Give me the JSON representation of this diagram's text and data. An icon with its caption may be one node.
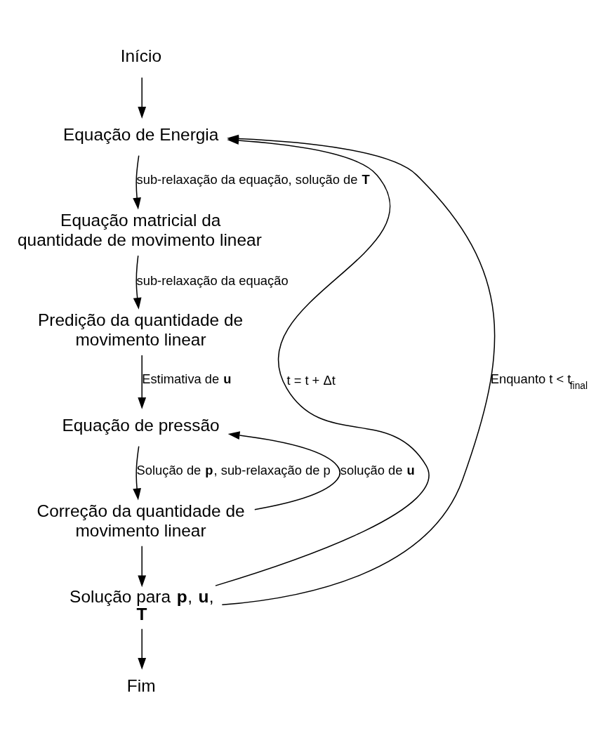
{
  "diagram": {
    "nodes": [
      {
        "text": [
          "Início"
        ]
      },
      {
        "text": [
          "Equação de Energia"
        ]
      },
      {
        "text": [
          "Equação matricial da quantidade de movimento linear"
        ]
      },
      {
        "text": [
          "Predição da quantidade de movimento linear"
        ]
      },
      {
        "text": [
          "Equação de pressão"
        ]
      },
      {
        "text": [
          "Correção da quantidade de movimento linear"
        ]
      },
      {
        "text": [
          "Solução para **p**, **u**, **T**"
        ]
      },
      {
        "text": [
          "Fim"
        ]
      }
    ],
    "edges": [
      {
        "from": 0,
        "to": 1,
        "arrow": "to"
      },
      {
        "from": 1,
        "to": 2,
        "arrow": "to",
        "label": "sub-relaxação da equação, solução de **T**"
      },
      {
        "from": 2,
        "to": 3,
        "arrow": "to",
        "label": "sub-relaxação da equação"
      },
      {
        "from": 3,
        "to": 4,
        "arrow": "to",
        "label": "Estimativa de **u**"
      },
      {
        "from": 4,
        "to": 5,
        "arrow": "to",
        "label": "Solução de **p**, sub-relaxação de p"
      },
      {
        "from": 5,
        "to": 4,
        "arrow": "to",
        "label": "solução de **u**"
      },
      {
        "from": 5,
        "to": 6,
        "arrow": "to"
      },
      {
        "from": 6,
        "to": 1,
        "arrow": "to",
        "label": "t = t + Δt"
      },
      {
        "from": 6,
        "to": 1,
        "arrow": "to",
        "label": "Enquanto t < t$_{final}$"
      },
      {
        "from": 6,
        "to": 7,
        "arrow": "to"
      }
    ]
  }
}
